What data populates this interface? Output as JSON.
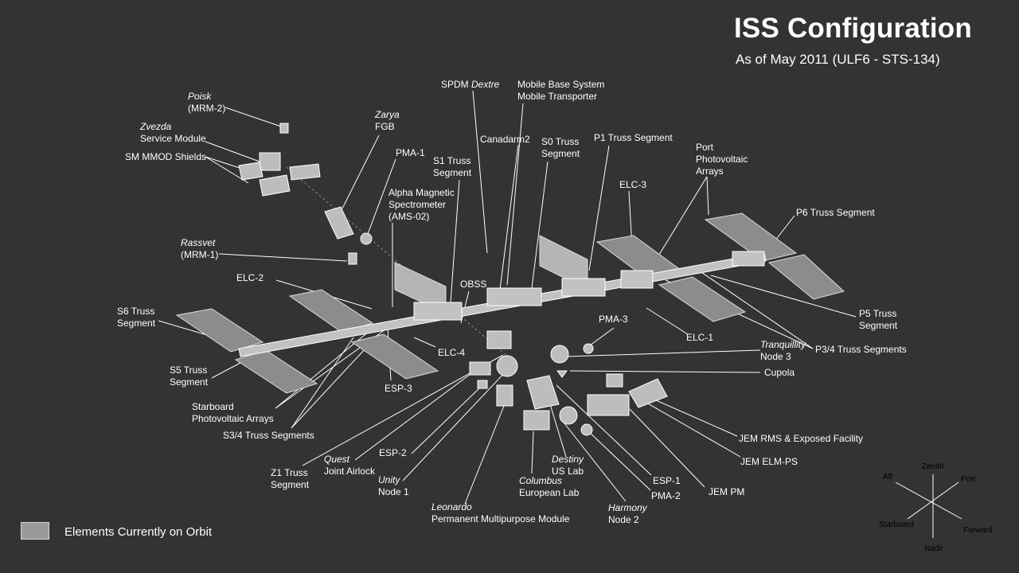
{
  "header": {
    "title": "ISS Configuration",
    "subtitle": "As of May 2011 (ULF6 - STS-134)"
  },
  "legend": {
    "label": "Elements Currently on Orbit",
    "swatch_color": "#9a9a9a"
  },
  "colors": {
    "background": "#333333",
    "module_fill": "#b8b8b8",
    "array_fill": "#8c8c8c",
    "text": "#ffffff"
  },
  "compass": {
    "zenith": "Zenith",
    "nadir": "Nadir",
    "aft": "Aft",
    "port": "Port",
    "starboard": "Starboard",
    "forward": "Forward"
  },
  "labels": {
    "poisk_name": "Poisk",
    "poisk_type": "(MRM-2)",
    "zvezda_name": "Zvezda",
    "zvezda_type": "Service Module",
    "sm_mmod": "SM MMOD Shields",
    "zarya_name": "Zarya",
    "zarya_type": "FGB",
    "pma1": "PMA-1",
    "ams_line1": "Alpha Magnetic",
    "ams_line2": "Spectrometer",
    "ams_line3": "(AMS-02)",
    "rassvet_name": "Rassvet",
    "rassvet_type": "(MRM-1)",
    "elc2": "ELC-2",
    "s6_line1": "S6 Truss",
    "s6_line2": "Segment",
    "s5_line1": "S5 Truss",
    "s5_line2": "Segment",
    "stbd_pva_line1": "Starboard",
    "stbd_pva_line2": "Photovoltaic Arrays",
    "s34": "S3/4 Truss Segments",
    "z1_line1": "Z1 Truss",
    "z1_line2": "Segment",
    "quest_name": "Quest",
    "quest_type": "Joint Airlock",
    "esp2": "ESP-2",
    "unity_name": "Unity",
    "unity_type": "Node 1",
    "leonardo_name": "Leonardo",
    "leonardo_type": "Permanent Multipurpose Module",
    "columbus_name": "Columbus",
    "columbus_type": "European Lab",
    "destiny_name": "Destiny",
    "destiny_type": "US Lab",
    "harmony_name": "Harmony",
    "harmony_type": "Node 2",
    "pma2": "PMA-2",
    "esp1": "ESP-1",
    "jem_pm": "JEM PM",
    "jem_elm": "JEM ELM-PS",
    "jem_rms": "JEM RMS & Exposed Facility",
    "cupola": "Cupola",
    "tranq_name": "Tranquillity",
    "tranq_type": "Node 3",
    "pma3": "PMA-3",
    "elc4": "ELC-4",
    "esp3": "ESP-3",
    "obss": "OBSS",
    "s1_line1": "S1 Truss",
    "s1_line2": "Segment",
    "spdm_prefix": "SPDM",
    "spdm_name": "Dextre",
    "mbs_line1": "Mobile Base System",
    "mbs_line2": "Mobile Transporter",
    "canadarm": "Canadarm2",
    "s0_line1": "S0 Truss",
    "s0_line2": "Segment",
    "p1": "P1 Truss Segment",
    "elc3": "ELC-3",
    "port_pva_line1": "Port",
    "port_pva_line2": "Photovoltaic",
    "port_pva_line3": "Arrays",
    "p6": "P6 Truss Segment",
    "p5_line1": "P5 Truss",
    "p5_line2": "Segment",
    "p34": "P3/4 Truss Segments",
    "elc1": "ELC-1"
  }
}
